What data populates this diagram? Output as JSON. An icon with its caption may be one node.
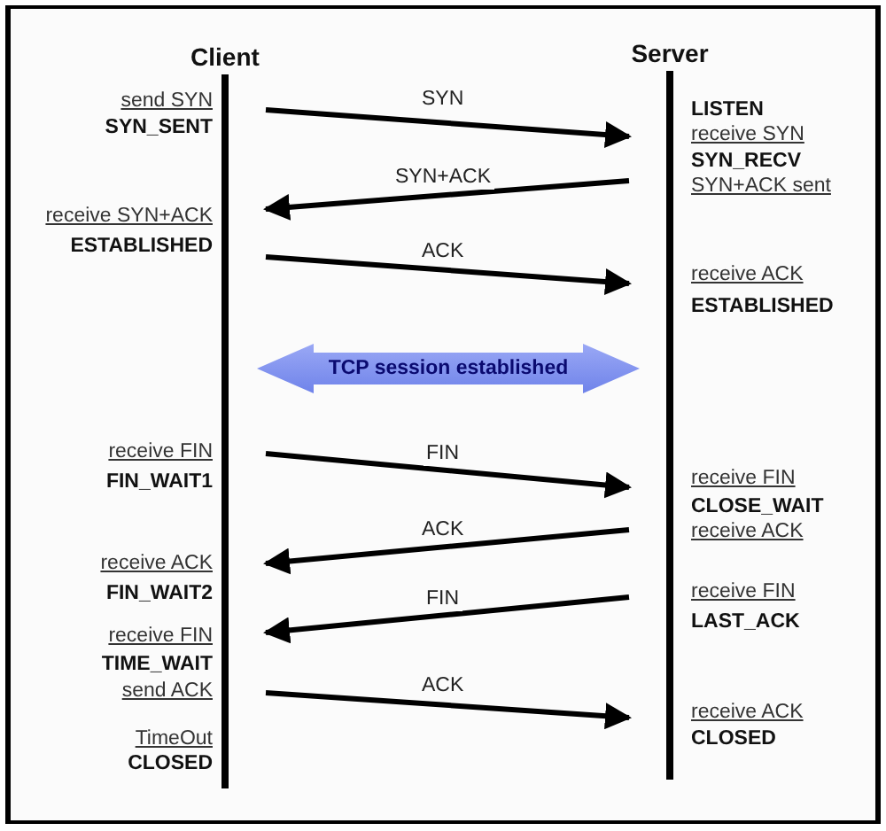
{
  "diagram": {
    "nodes": [
      {
        "text": [
          "Client"
        ]
      },
      {
        "text": [
          "Server"
        ]
      },
      {
        "text": [
          "TCP session established"
        ]
      }
    ],
    "edges": [
      {
        "from": 0,
        "to": 1,
        "arrow": "to",
        "label": "SYN"
      },
      {
        "from": 1,
        "to": 0,
        "arrow": "to",
        "label": "SYN+ACK"
      },
      {
        "from": 0,
        "to": 1,
        "arrow": "to",
        "label": "ACK"
      },
      {
        "from": 0,
        "to": 1,
        "arrow": "to",
        "label": "FIN"
      },
      {
        "from": 1,
        "to": 0,
        "arrow": "to",
        "label": "ACK"
      },
      {
        "from": 1,
        "to": 0,
        "arrow": "to",
        "label": "FIN"
      },
      {
        "from": 0,
        "to": 1,
        "arrow": "to",
        "label": "ACK"
      }
    ],
    "labels": [
      "send SYN",
      "SYN_SENT",
      "LISTEN",
      "receive SYN",
      "SYN_RECV",
      "SYN+ACK sent",
      "receive SYN+ACK",
      "ESTABLISHED",
      "receive ACK",
      "ESTABLISHED",
      "receive FIN",
      "FIN_WAIT1",
      "receive FIN",
      "CLOSE_WAIT",
      "receive ACK",
      "receive ACK",
      "FIN_WAIT2",
      "receive FIN",
      "LAST_ACK",
      "receive FIN",
      "TIME_WAIT",
      "send ACK",
      "receive ACK",
      "CLOSED",
      "TimeOut",
      "CLOSED"
    ]
  }
}
